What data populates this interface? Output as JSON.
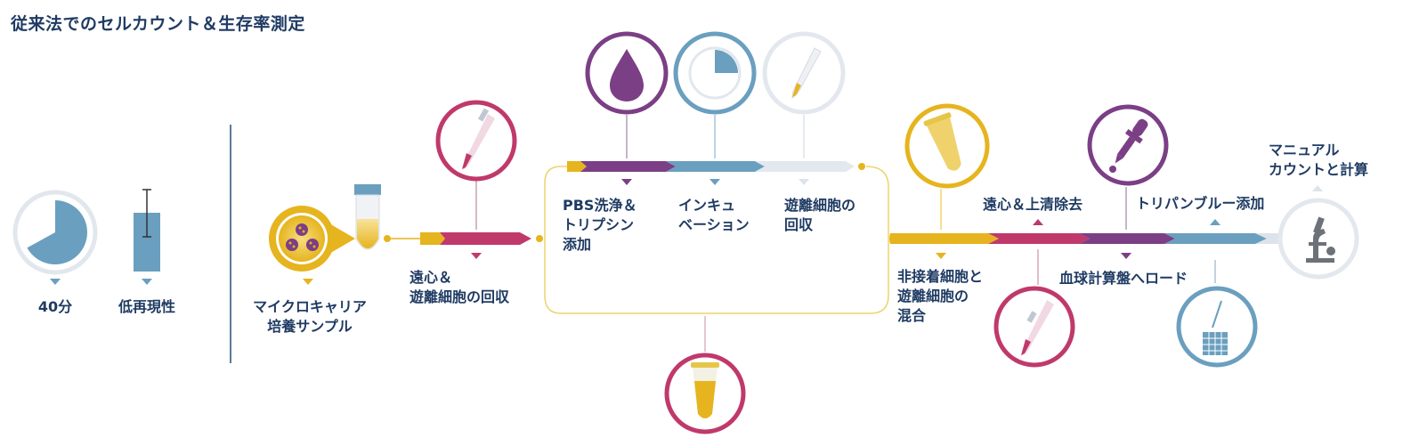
{
  "title": "従来法でのセルカウント＆生存率測定",
  "summary": {
    "time_label": "40分",
    "time_fraction": 0.67,
    "reproducibility_label": "低再現性"
  },
  "steps": {
    "sample": [
      "マイクロキャリア",
      "培養サンプル"
    ],
    "centrifuge_recover": [
      "遠心＆",
      "遊離細胞の回収"
    ],
    "pbs_wash": [
      "PBS洗浄＆",
      "トリプシン",
      "添加"
    ],
    "incubation": [
      "インキュ",
      "ベーション"
    ],
    "recover_free": [
      "遊離細胞の",
      "回収"
    ],
    "mix": [
      "非接着細胞と",
      "遊離細胞の",
      "混合"
    ],
    "centrifuge_supernatant": "遠心＆上清除去",
    "trypan_blue": "トリパンブルー添加",
    "load_hemocytometer": "血球計算盤へロード",
    "manual_count": [
      "マニュアル",
      "カウントと計算"
    ]
  },
  "colors": {
    "navy": "#1f3b63",
    "magenta": "#c0396b",
    "purple": "#7b3f86",
    "blue": "#6a9fbf",
    "light_gray": "#dde3ea",
    "yellow": "#e6b41e",
    "pale_yellow": "#f3dc7a",
    "divider": "#5a7a96"
  },
  "icons": [
    "timer-icon",
    "error-bar-icon",
    "microcarrier-icon",
    "tube-icon",
    "pipette-icon",
    "drop-icon",
    "timer-quarter-icon",
    "dropper-icon",
    "hemocytometer-icon",
    "microscope-icon"
  ]
}
